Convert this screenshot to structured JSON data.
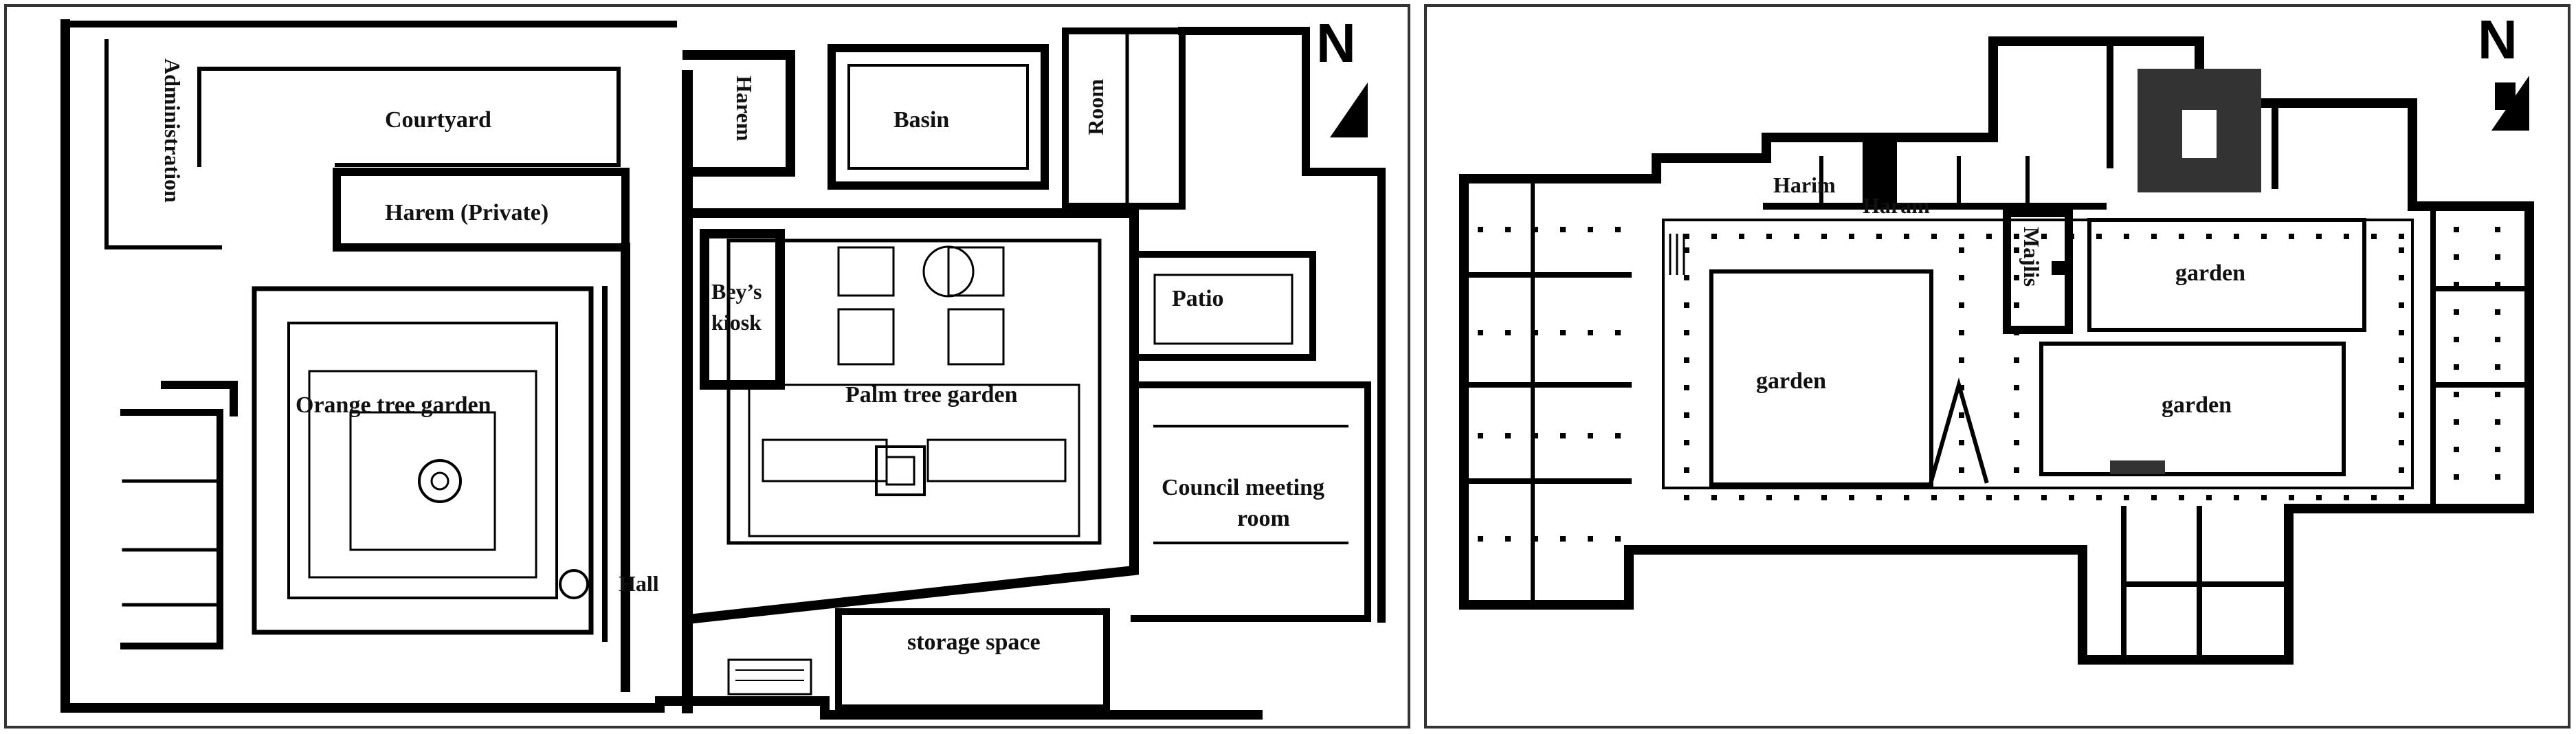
{
  "left_plan": {
    "north": "N",
    "labels": {
      "administration": "Administration",
      "courtyard": "Courtyard",
      "harem_private": "Harem (Private)",
      "harem": "Harem",
      "basin": "Basin",
      "room": "Room",
      "beys_kiosk_1": "Bey’s",
      "beys_kiosk_2": "kiosk",
      "patio": "Patio",
      "orange_tree_garden": "Orange tree garden",
      "palm_tree_garden": "Palm tree garden",
      "council_meeting_1": "Council meeting",
      "council_meeting_2": "room",
      "hall": "Hall",
      "storage_space": "storage space"
    }
  },
  "right_plan": {
    "north": "N",
    "labels": {
      "harim": "Harim",
      "haram": "Haram",
      "majlis": "Majlis",
      "garden_left": "garden",
      "garden_top_right": "garden",
      "garden_bottom_right": "garden"
    }
  },
  "colors": {
    "wall": "#000000",
    "frame": "#333333",
    "background": "#ffffff"
  }
}
